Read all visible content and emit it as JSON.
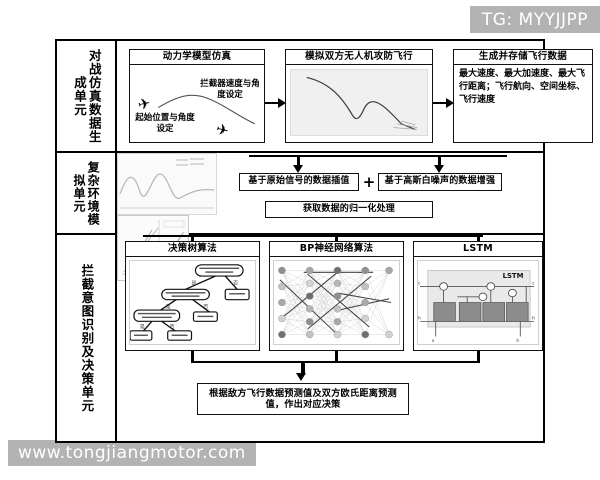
{
  "watermarks": {
    "top_right": "TG: MYYJJPP",
    "bottom_left": "www.tongjiangmotor.com"
  },
  "diagram": {
    "rows": [
      {
        "unit_label": "对战仿真数据生成单元",
        "boxes": [
          {
            "title": "动力学模型仿真",
            "annotation_top_right": "拦截器速度与角度设定",
            "annotation_bottom_left": "起始位置与角度设定",
            "icons": [
              "airplane-icon",
              "airplane-icon"
            ]
          },
          {
            "title": "模拟双方无人机攻防飞行",
            "figure": "flight-trajectory-chart"
          },
          {
            "title": "生成并存储飞行数据",
            "text": "最大速度、最大加速度、最大飞行距离；飞行航向、空间坐标、飞行速度"
          }
        ]
      },
      {
        "unit_label": "复杂环境模拟单元",
        "figures": [
          "signal-waveform-chart",
          "noise-scatter-chart"
        ],
        "labels": [
          "基于原始信号的数据插值",
          "基于高斯白噪声的数据增强",
          "获取数据的归一化处理"
        ],
        "operator": "+"
      },
      {
        "unit_label": "拦截意图识别及决策单元",
        "boxes": [
          {
            "title": "决策树算法",
            "figure": "decision-tree-diagram"
          },
          {
            "title": "BP神经网络算法",
            "figure": "neural-network-diagram"
          },
          {
            "title": "LSTM",
            "figure": "lstm-cell-diagram"
          }
        ],
        "conclusion": "根据敌方飞行数据预测值及双方欧氏距离预测值，作出对应决策"
      }
    ]
  },
  "lstm_label": "LSTM",
  "colors": {
    "line": "#000000",
    "watermark_bg": "#b3b3b3",
    "watermark_text": "#ffffff"
  }
}
